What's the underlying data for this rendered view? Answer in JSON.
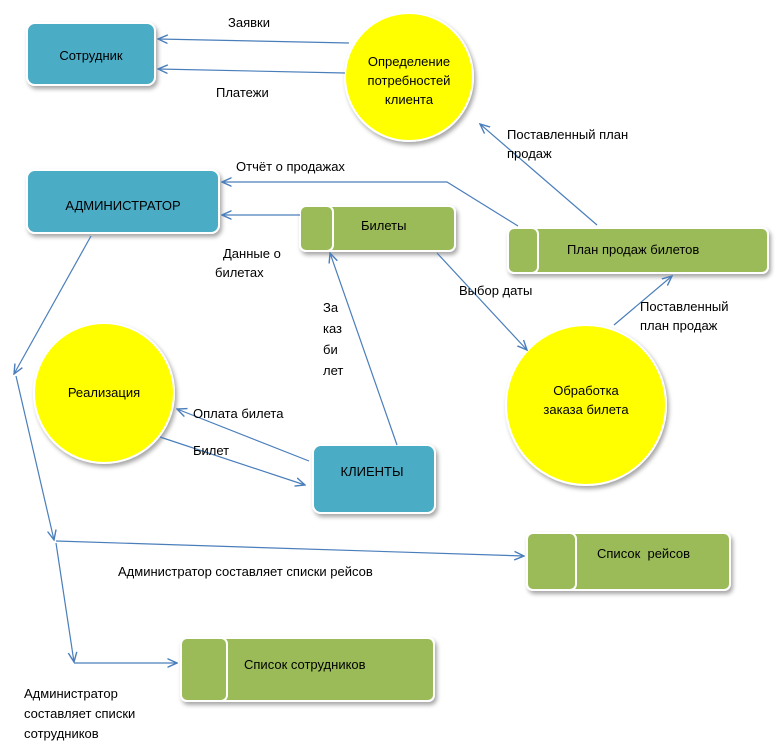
{
  "colors": {
    "entity_fill": "#4bacc6",
    "store_fill": "#9bbb59",
    "process_fill": "#ffff00",
    "arrow": "#4a7ebb"
  },
  "entities": {
    "employee": "Сотрудник",
    "admin": "АДМИНИСТРАТОР",
    "clients": "КЛИЕНТЫ"
  },
  "processes": {
    "needs": [
      "Определение",
      "потребностей",
      "клиента"
    ],
    "realization": "Реализация",
    "order_processing": [
      "Обработка",
      "заказа билета"
    ]
  },
  "stores": {
    "tickets": "Билеты",
    "sales_plan": "План продаж билетов",
    "flights": "Список  рейсов",
    "staff": "Список сотрудников"
  },
  "flows": {
    "requests": "Заявки",
    "payments": "Платежи",
    "delivered_plan_top": [
      "Поставленный план",
      "продаж"
    ],
    "sales_report": "Отчёт о продажах",
    "ticket_data": [
      "Данные о",
      "билетах"
    ],
    "ordered": [
      "За",
      "каз",
      "би",
      "лет"
    ],
    "date_choice": "Выбор даты",
    "delivered_plan_right": [
      "Поставленный",
      "план продаж"
    ],
    "ticket_payment": "Оплата билета",
    "ticket": "Билет",
    "admin_flights": "Администратор составляет списки рейсов",
    "admin_staff": [
      "Администратор",
      "составляет списки",
      "сотрудников"
    ]
  }
}
